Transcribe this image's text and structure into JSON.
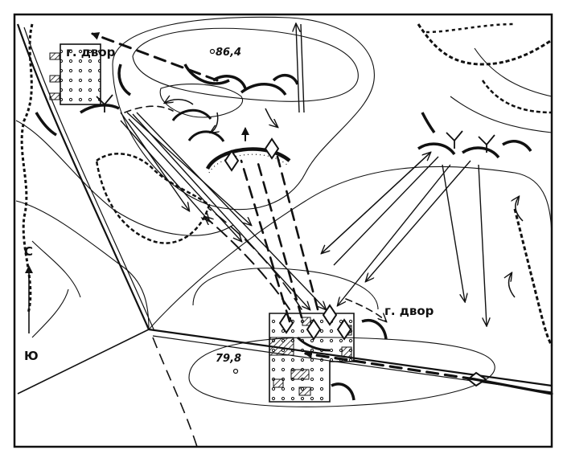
{
  "map": {
    "labels": {
      "village_northwest": "г. двор",
      "village_southeast": "г. двор",
      "height_north": "86,4",
      "height_south": "79,8"
    },
    "compass": {
      "north": "С",
      "south": "Ю"
    },
    "colors": {
      "ink": "#111111",
      "paper": "#ffffff"
    }
  }
}
